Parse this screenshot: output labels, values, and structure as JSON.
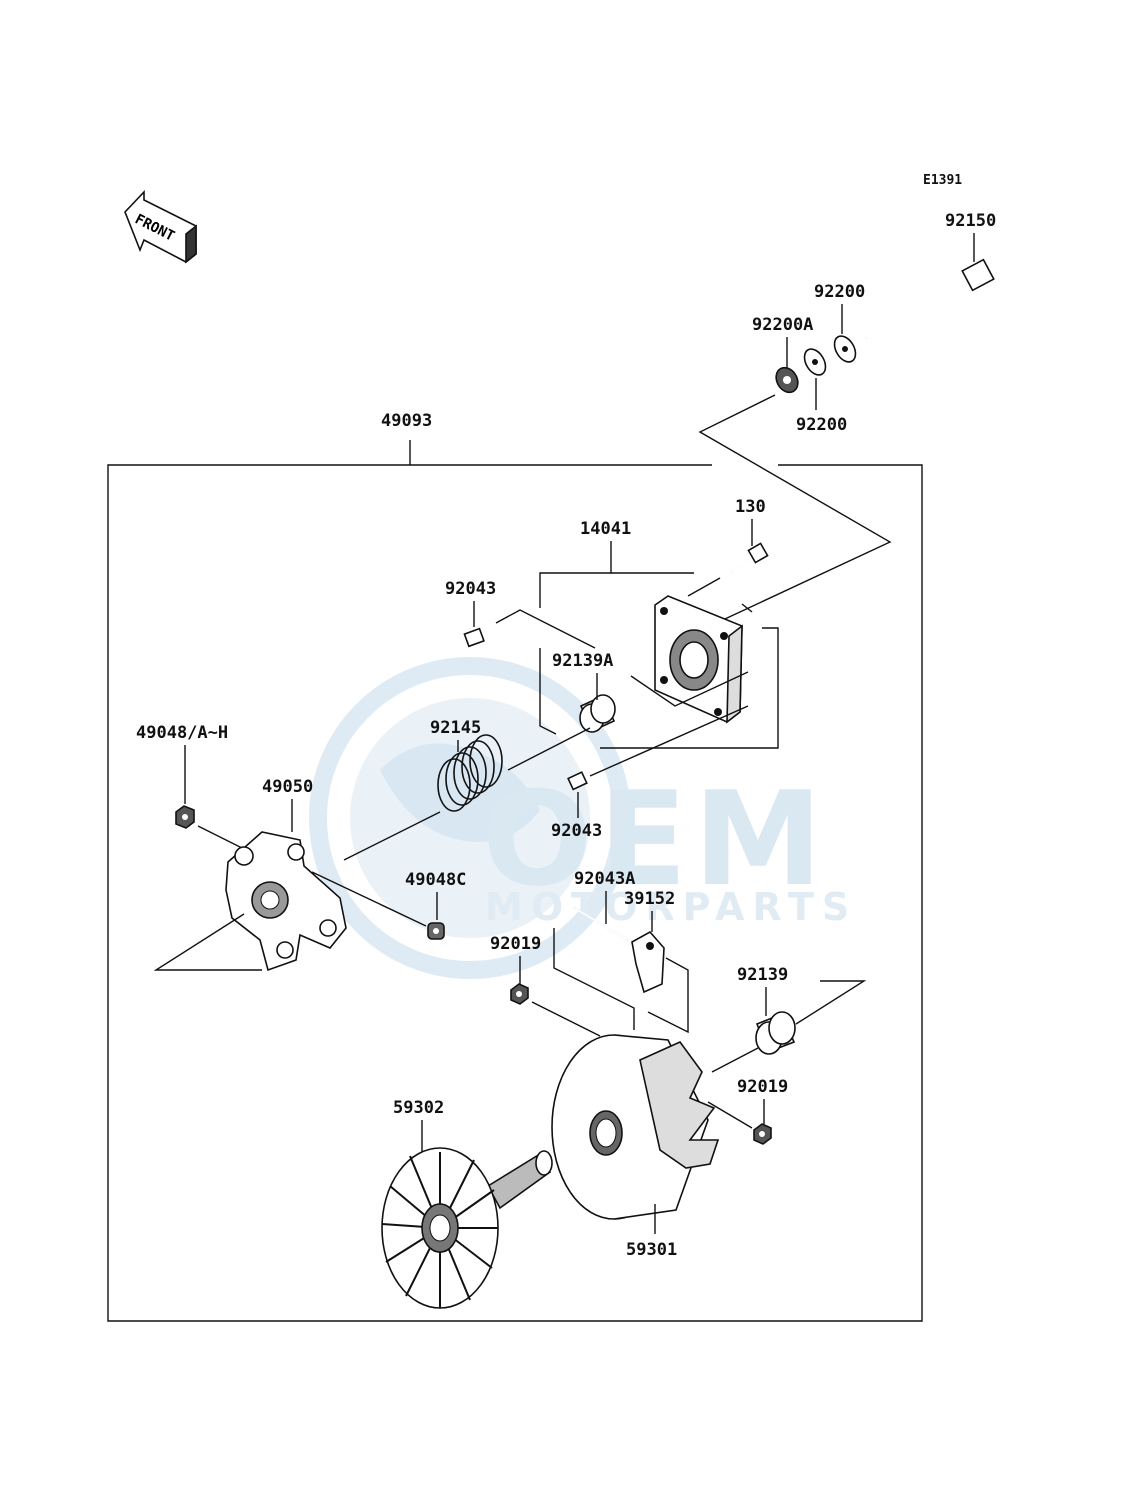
{
  "diagram_code": "E1391",
  "front_label": "FRONT",
  "watermark": {
    "main": "OEM",
    "sub": "MOTORPARTS",
    "color": "#cfe0ee"
  },
  "labels": {
    "p92150": "92150",
    "p92200_top": "92200",
    "p92200a": "92200A",
    "p92200_bottom": "92200",
    "p49093": "49093",
    "p14041": "14041",
    "p130": "130",
    "p92043_top": "92043",
    "p92139a": "92139A",
    "p92145": "92145",
    "p49048": "49048/A~H",
    "p49050": "49050",
    "p92043_mid": "92043",
    "p49048c": "49048C",
    "p92043a": "92043A",
    "p39152": "39152",
    "p92019_left": "92019",
    "p92139": "92139",
    "p92019_right": "92019",
    "p59302": "59302",
    "p59301": "59301"
  }
}
